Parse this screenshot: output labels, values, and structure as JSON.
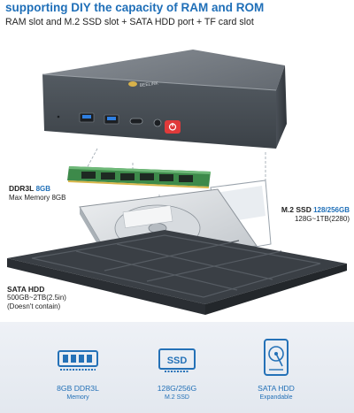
{
  "header": {
    "headline": "supporting DIY the capacity of RAM and ROM",
    "subline": "RAM slot and M.2 SSD slot + SATA HDD port + TF card slot"
  },
  "device": {
    "brand_label": "BEELINK"
  },
  "callouts": {
    "ram": {
      "name": "DDR3L",
      "accent": "8GB",
      "detail": "Max Memory 8GB"
    },
    "ssd": {
      "name": "M.2 SSD",
      "accent": "128/256GB",
      "detail": "128G~1TB(2280)"
    },
    "hdd": {
      "name": "SATA HDD",
      "detail_1": "500GB~2TB(2.5in)",
      "detail_2": "(Doesn't contain)"
    }
  },
  "features": [
    {
      "icon": "memory-module-icon",
      "line1": "8GB DDR3L",
      "line2": "Memory"
    },
    {
      "icon": "ssd-icon",
      "icon_text": "SSD",
      "line1": "128G/256G",
      "line2": "M.2 SSD"
    },
    {
      "icon": "hard-drive-icon",
      "line1": "SATA HDD",
      "line2": "Expandable"
    }
  ],
  "colors": {
    "accent": "#1f6fb8",
    "device_body": "#4f565e",
    "power_button": "#e03a3a",
    "band_background": "#e8ecf2"
  }
}
